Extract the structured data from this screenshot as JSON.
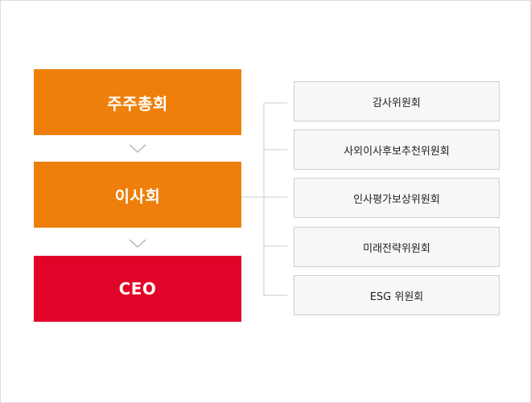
{
  "colors": {
    "orange": "#ee7f0b",
    "red": "#e10428",
    "line": "#cccccc",
    "chevron": "#bdbdbd"
  },
  "org": {
    "shareholders": "주주총회",
    "board": "이사회",
    "ceo": "CEO"
  },
  "committees": [
    "감사위원회",
    "사외이사후보추천위원회",
    "인사평가보상위원회",
    "미래전략위원회",
    "ESG 위원회"
  ]
}
